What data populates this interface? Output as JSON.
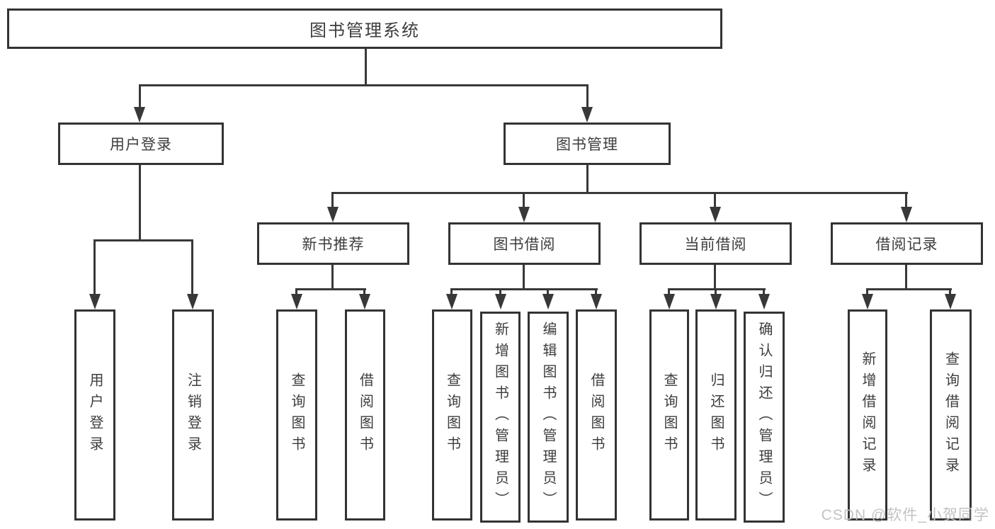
{
  "tree": {
    "root": {
      "label": "图书管理系统"
    },
    "userLogin": {
      "label": "用户登录",
      "leaves": [
        {
          "label": "用户登录"
        },
        {
          "label": "注销登录"
        }
      ]
    },
    "bookMgmt": {
      "label": "图书管理",
      "groups": [
        {
          "label": "新书推荐",
          "leaves": [
            {
              "label": "查询图书"
            },
            {
              "label": "借阅图书"
            }
          ]
        },
        {
          "label": "图书借阅",
          "leaves": [
            {
              "label": "查询图书"
            },
            {
              "label": "新增图书（管理员）"
            },
            {
              "label": "编辑图书（管理员）"
            },
            {
              "label": "借阅图书"
            }
          ]
        },
        {
          "label": "当前借阅",
          "leaves": [
            {
              "label": "查询图书"
            },
            {
              "label": "归还图书"
            },
            {
              "label": "确认归还（管理员）"
            }
          ]
        },
        {
          "label": "借阅记录",
          "leaves": [
            {
              "label": "新增借阅记录"
            },
            {
              "label": "查询借阅记录"
            }
          ]
        }
      ]
    }
  },
  "watermark": "CSDN @软件_小贺同学",
  "colors": {
    "stroke": "#383838",
    "text": "#3d3d3d",
    "watermark": "#c3c3c3",
    "background": "#ffffff"
  }
}
